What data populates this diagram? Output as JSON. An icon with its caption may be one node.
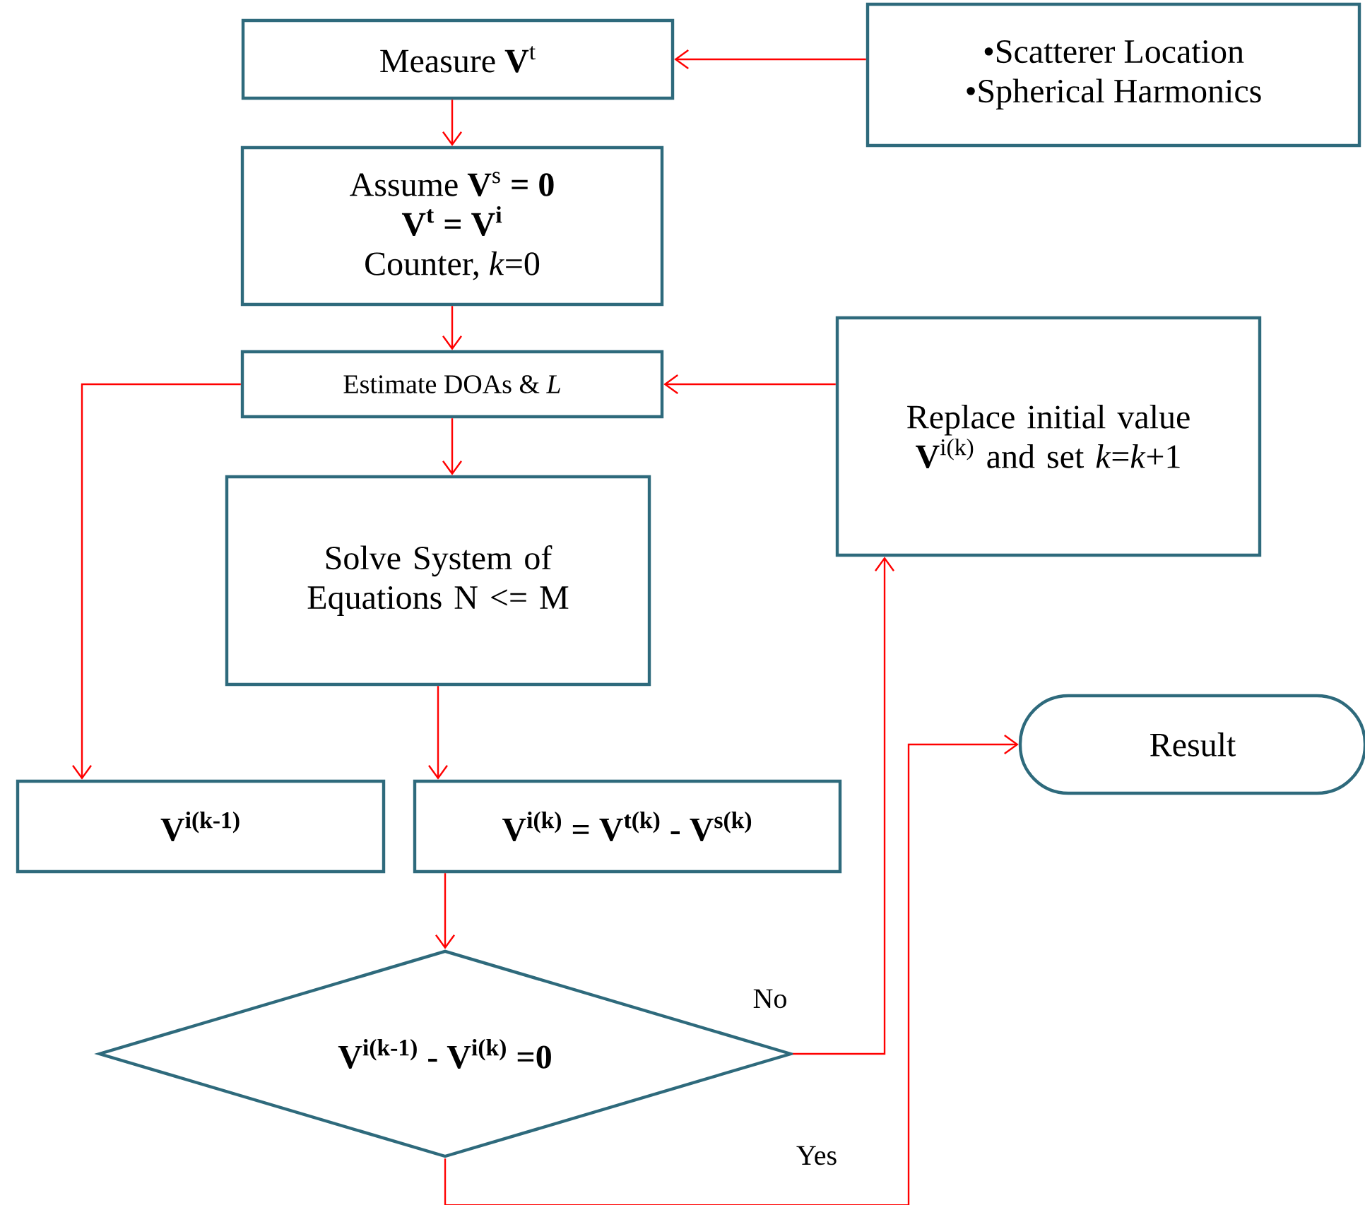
{
  "diagram": {
    "nodes": [
      {
        "text": [
          "Measure **V**$^{t}$"
        ]
      },
      {
        "text": [
          "•Scatterer Location",
          "•Spherical Harmonics"
        ]
      },
      {
        "text": [
          "Assume **V**$^{s}$ **= 0**",
          "V$^{t}$ = V$^{i}$",
          "Counter, *k*=0"
        ]
      },
      {
        "text": [
          "Estimate DOAs & *L*"
        ]
      },
      {
        "text": [
          "Replace initial value **V**$^{i(k)}$ and set *k*=*k*+1"
        ]
      },
      {
        "text": [
          "Solve System of Equations N <= M"
        ]
      },
      {
        "text": [
          "V$^{i(k-1)}$"
        ]
      },
      {
        "text": [
          "V$^{i(k)}$ = V$^{t(k)}$ - V$^{s(k)}$"
        ]
      },
      {
        "text": [
          "V$^{i(k-1)}$ - V$^{i(k)}$ =0"
        ]
      },
      {
        "text": [
          "Result"
        ]
      }
    ],
    "edges": [
      {
        "from": 1,
        "to": 0,
        "arrow": "to"
      },
      {
        "from": 0,
        "to": 2,
        "arrow": "to"
      },
      {
        "from": 2,
        "to": 3,
        "arrow": "to"
      },
      {
        "from": 4,
        "to": 3,
        "arrow": "to"
      },
      {
        "from": 3,
        "to": 5,
        "arrow": "to"
      },
      {
        "from": 3,
        "to": 6,
        "arrow": "to"
      },
      {
        "from": 5,
        "to": 7,
        "arrow": "to"
      },
      {
        "from": 7,
        "to": 8,
        "arrow": "to"
      },
      {
        "from": 8,
        "to": 4,
        "arrow": "to",
        "label": "No"
      },
      {
        "from": 8,
        "to": 9,
        "arrow": "to",
        "label": "Yes"
      }
    ]
  }
}
